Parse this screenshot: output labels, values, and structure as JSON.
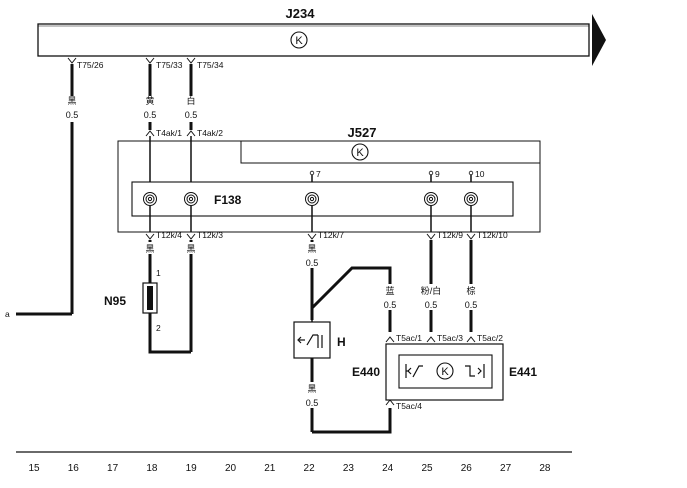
{
  "modules": {
    "j234": {
      "name": "J234",
      "symbol": "K"
    },
    "j527": {
      "name": "J527",
      "symbol": "K"
    },
    "e441_symbol": "K"
  },
  "connectors": {
    "t75_26": "T75/26",
    "t75_33": "T75/33",
    "t75_34": "T75/34",
    "t4ak_1": "T4ak/1",
    "t4ak_2": "T4ak/2",
    "t12k_4": "T12k/4",
    "t12k_3": "T12k/3",
    "t12k_7": "T12k/7",
    "t12k_9": "T12k/9",
    "t12k_10": "T12k/10",
    "t5ac_1": "T5ac/1",
    "t5ac_3": "T5ac/3",
    "t5ac_2": "T5ac/2",
    "t5ac_4": "T5ac/4"
  },
  "pins": {
    "p7": "7",
    "p9": "9",
    "p10": "10",
    "n95_1": "1",
    "n95_2": "2"
  },
  "wires": {
    "w16": {
      "color": "黑",
      "size": "0.5"
    },
    "w18": {
      "color": "黄",
      "size": "0.5"
    },
    "w19": {
      "color": "白",
      "size": "0.5"
    },
    "w18b": {
      "color": "黑"
    },
    "w19b": {
      "color": "黑"
    },
    "w22a": {
      "color": "黑",
      "size": "0.5"
    },
    "w22b": {
      "color": "黑",
      "size": "0.5"
    },
    "w24": {
      "color": "蓝",
      "size": "0.5"
    },
    "w25": {
      "color": "粉/白",
      "size": "0.5"
    },
    "w26": {
      "color": "棕",
      "size": "0.5"
    }
  },
  "components": {
    "f138": "F138",
    "n95": "N95",
    "h": "H",
    "e440": "E440",
    "e441": "E441"
  },
  "edge_ref": "a",
  "columns": [
    "15",
    "16",
    "17",
    "18",
    "19",
    "20",
    "21",
    "22",
    "23",
    "24",
    "25",
    "26",
    "27",
    "28"
  ]
}
